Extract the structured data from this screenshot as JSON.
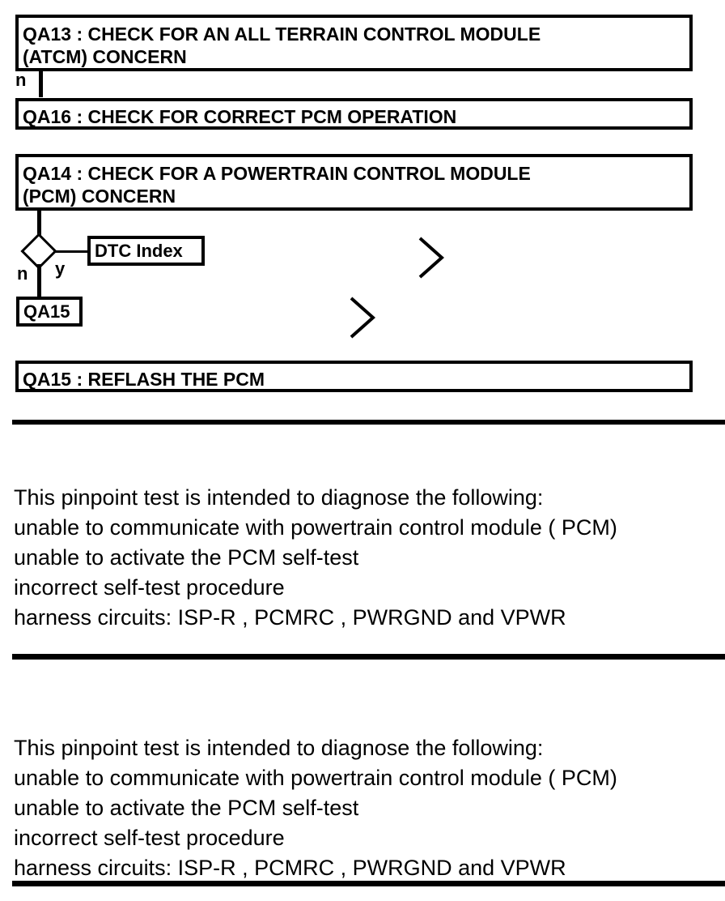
{
  "flow": {
    "steps": [
      {
        "id": "qa13",
        "label": "QA13 : CHECK FOR AN ALL TERRAIN CONTROL MODULE\n(ATCM) CONCERN"
      },
      {
        "id": "qa16",
        "label": "QA16 : CHECK FOR CORRECT PCM OPERATION"
      },
      {
        "id": "qa14",
        "label": "QA14 : CHECK FOR A POWERTRAIN CONTROL MODULE\n(PCM) CONCERN"
      },
      {
        "id": "qa15-reflash",
        "label": "QA15 : REFLASH THE PCM"
      }
    ],
    "branch_labels": {
      "qa13_to_qa16": "n",
      "decision_no": "n",
      "decision_yes": "y"
    },
    "nodes": {
      "dtc_index": "DTC Index",
      "qa15_ref": "QA15"
    },
    "markers": {
      "chevron_1": "chevron-right",
      "chevron_2": "chevron-right"
    }
  },
  "notes": [
    {
      "id": "note-1",
      "text": "This pinpoint test is intended to diagnose the following:\nunable to communicate with powertrain control module ( PCM)\nunable to activate the PCM self-test\nincorrect self-test procedure\nharness circuits: ISP-R , PCMRC , PWRGND and VPWR"
    },
    {
      "id": "note-2",
      "text": "This pinpoint test is intended to diagnose the following:\nunable to communicate with powertrain control module ( PCM)\nunable to activate the PCM self-test\nincorrect self-test procedure\nharness circuits: ISP-R , PCMRC , PWRGND and VPWR"
    }
  ],
  "colors": {
    "ink": "#000000",
    "paper": "#ffffff"
  }
}
